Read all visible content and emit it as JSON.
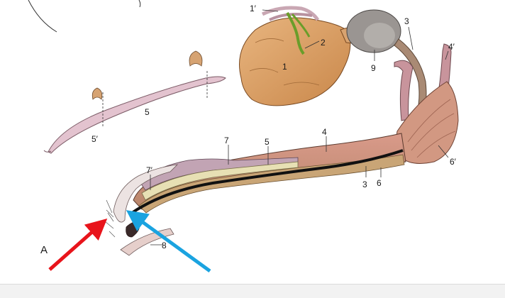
{
  "figure": {
    "panel_label": "A",
    "labels": {
      "l1": "1",
      "l1p": "1′",
      "l2": "2",
      "l3a": "3",
      "l3b": "3",
      "l4": "4",
      "l4p": "4′",
      "l5a": "5",
      "l5b": "5",
      "l5p": "5′",
      "l6": "6",
      "l6p": "6′",
      "l7": "7",
      "l7p": "7′",
      "l8": "8",
      "l9": "9"
    },
    "arrows": [
      {
        "name": "red-arrow",
        "color": "#e8141b"
      },
      {
        "name": "blue-arrow",
        "color": "#1aa3e0"
      }
    ]
  }
}
